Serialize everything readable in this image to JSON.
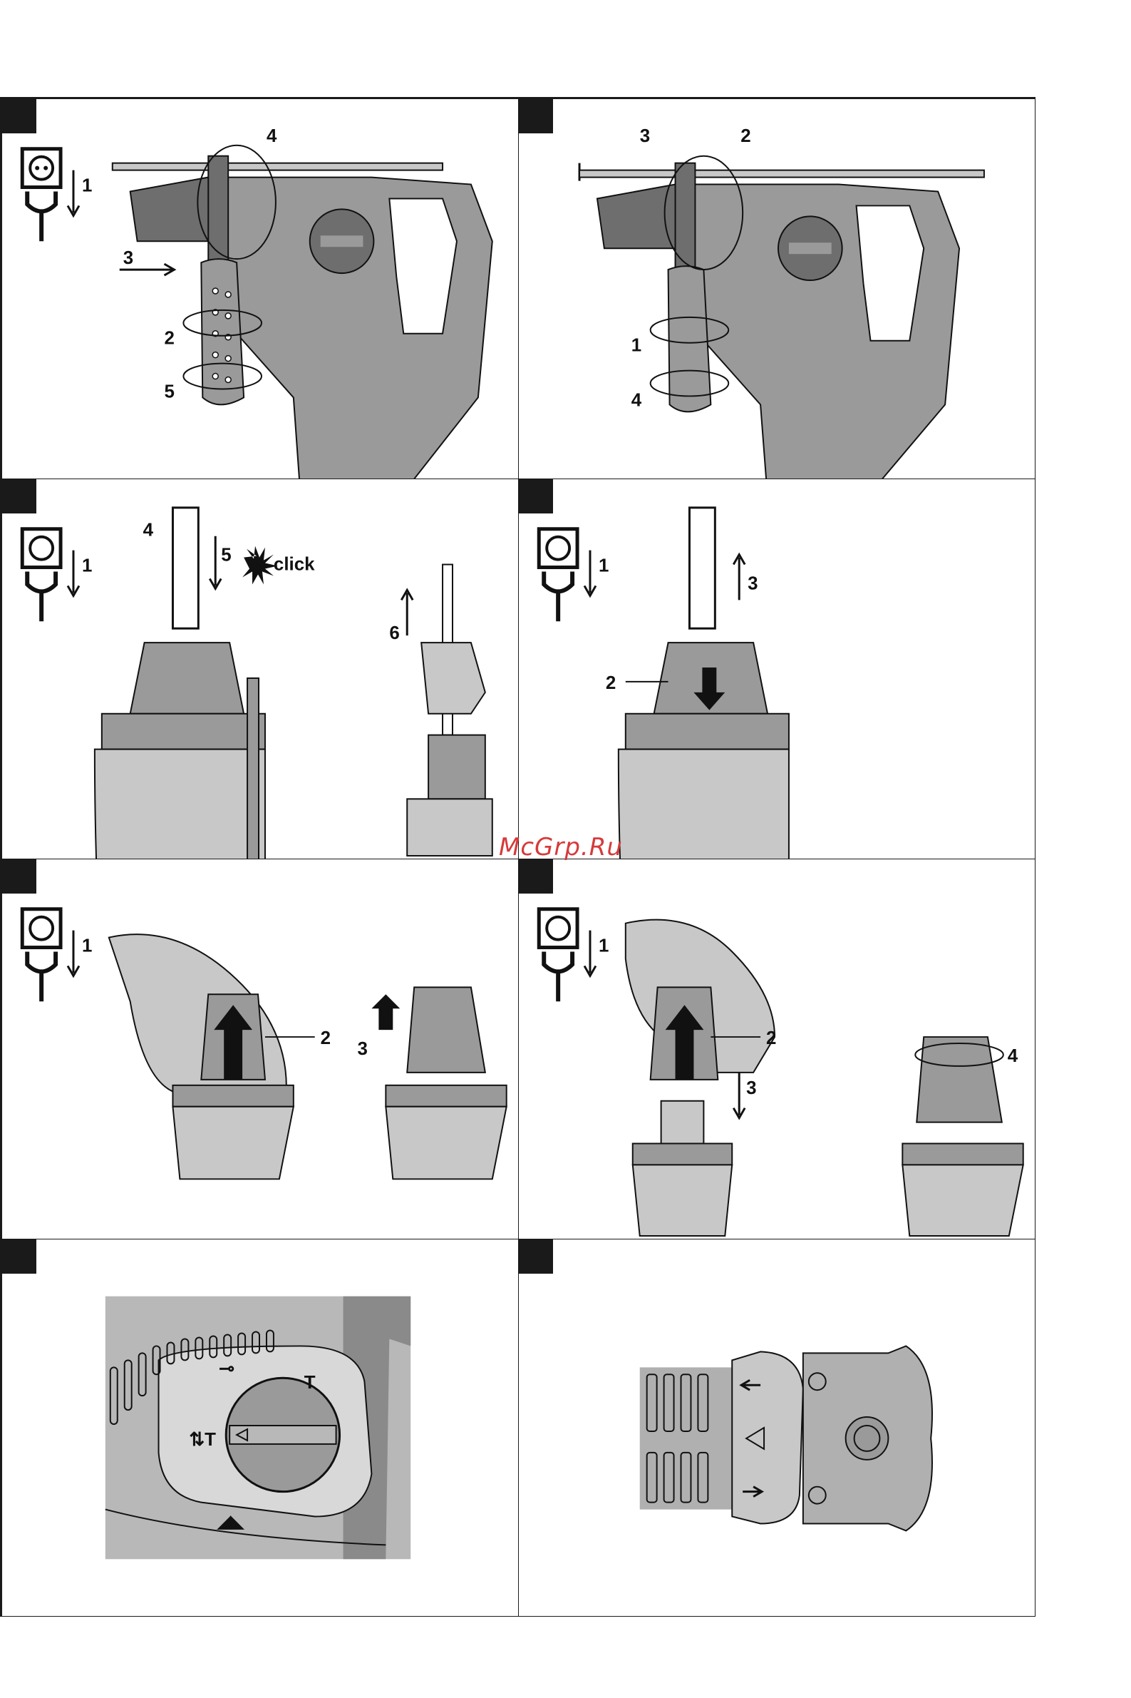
{
  "watermark": "McGrp.Ru",
  "panels": [
    {
      "labels": [
        "1",
        "4",
        "3",
        "2",
        "5"
      ]
    },
    {
      "labels": [
        "3",
        "2",
        "1",
        "4"
      ]
    },
    {
      "labels": [
        "1",
        "4",
        "5",
        "click",
        "6"
      ]
    },
    {
      "labels": [
        "1",
        "3",
        "2"
      ]
    },
    {
      "labels": [
        "1",
        "2",
        "3"
      ]
    },
    {
      "labels": [
        "1",
        "2",
        "3",
        "4"
      ]
    },
    {
      "labels": []
    },
    {
      "labels": []
    }
  ],
  "icons": {
    "socket": "power-socket-icon",
    "plug": "power-plug-icon"
  },
  "colors": {
    "tool_body": "#9a9a9a",
    "tool_dark": "#6e6e6e",
    "tool_light": "#c8c8c8",
    "line": "#1a1a1a"
  }
}
